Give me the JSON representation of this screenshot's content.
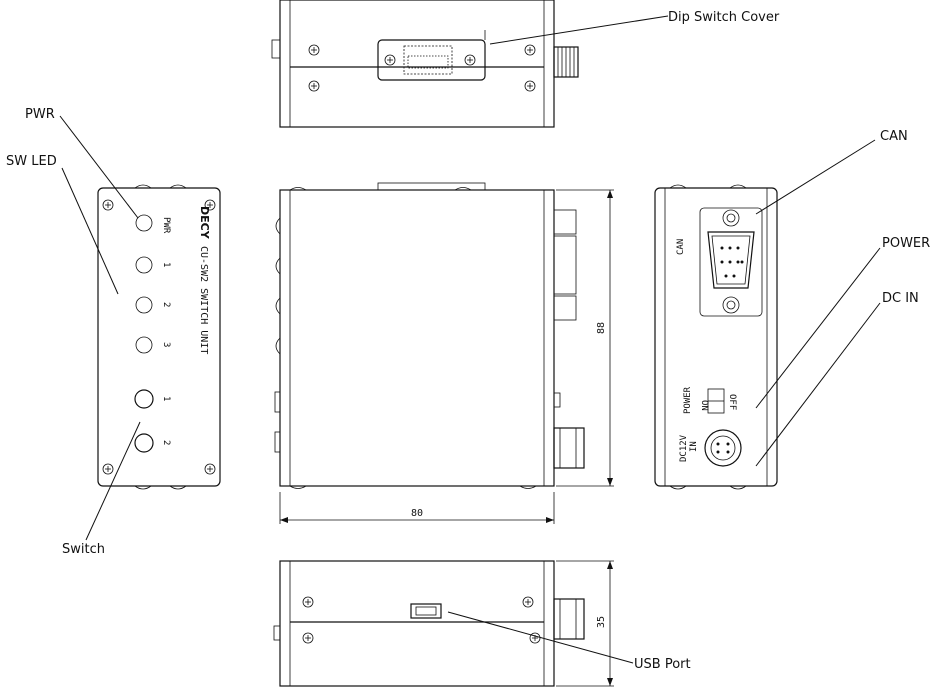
{
  "callouts": {
    "dip_switch_cover": "Dip Switch Cover",
    "pwr": "PWR",
    "sw_led": "SW LED",
    "can": "CAN",
    "power": "POWER",
    "dc_in": "DC IN",
    "switch": "Switch",
    "usb_port": "USB Port"
  },
  "front_panel": {
    "brand": "DECY",
    "model": "CU-SW2 SWITCH UNIT",
    "pwr_label": "PWR",
    "led_labels": [
      "1",
      "2",
      "3"
    ],
    "switch_labels": [
      "1",
      "2"
    ]
  },
  "rear_panel": {
    "can_label": "CAN",
    "power_label": "POWER",
    "on_label": "ON",
    "off_label": "OFF",
    "dc_label_1": "DC12V",
    "dc_label_2": "IN"
  },
  "dimensions": {
    "width": "80",
    "height": "88",
    "depth": "35"
  }
}
